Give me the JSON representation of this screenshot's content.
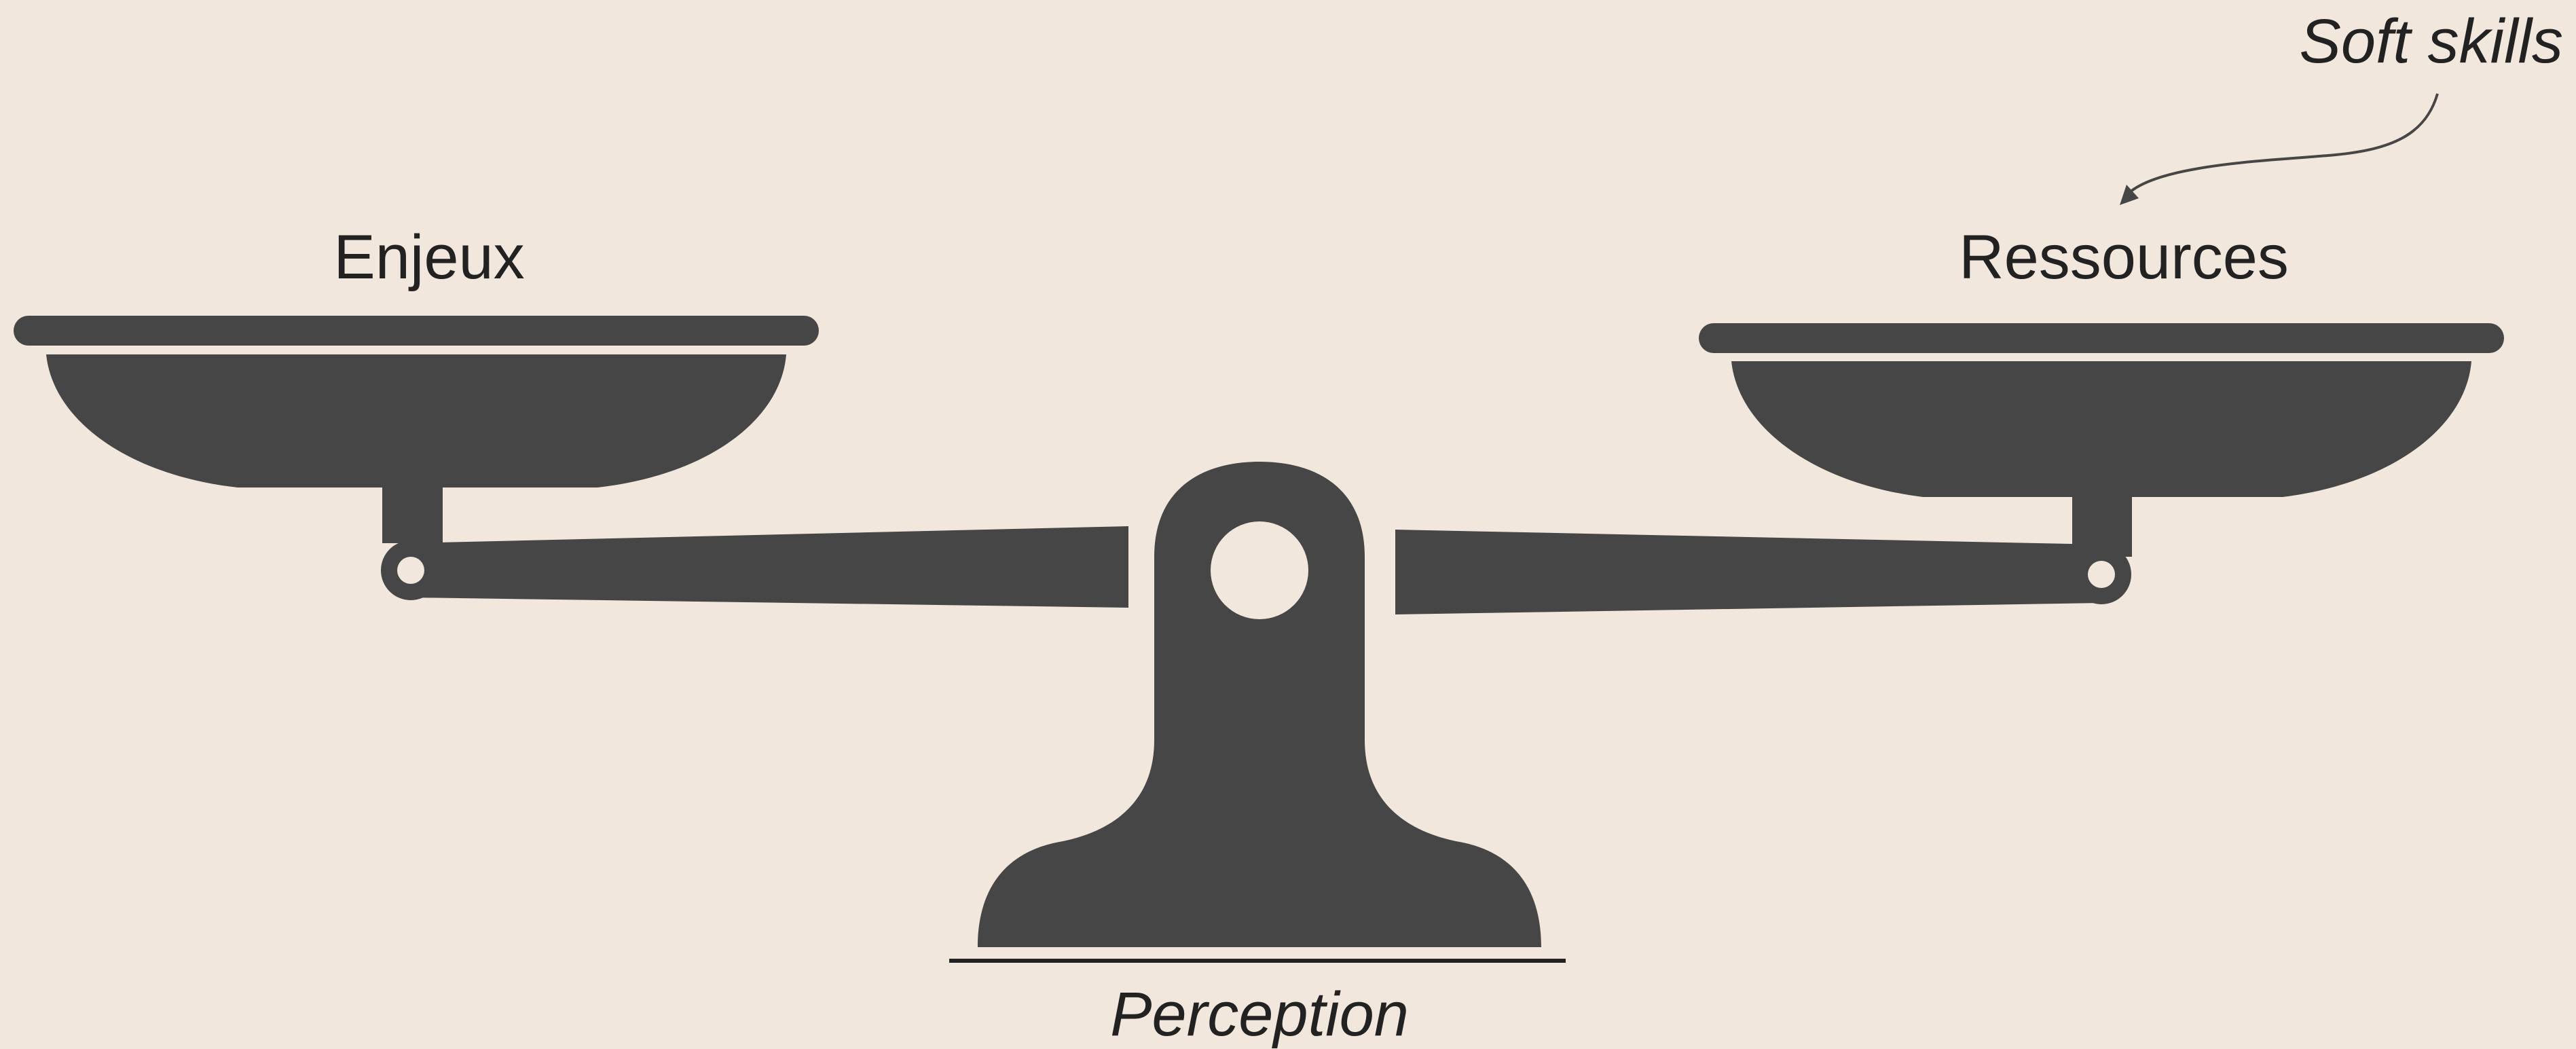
{
  "diagram": {
    "labels": {
      "left_pan": "Enjeux",
      "right_pan": "Ressources",
      "annotation": "Soft skills",
      "base": "Perception"
    }
  },
  "colors": {
    "background": "#f2e7dc",
    "scale": "#464646",
    "text": "#222222",
    "hole": "#f2e7dc"
  }
}
